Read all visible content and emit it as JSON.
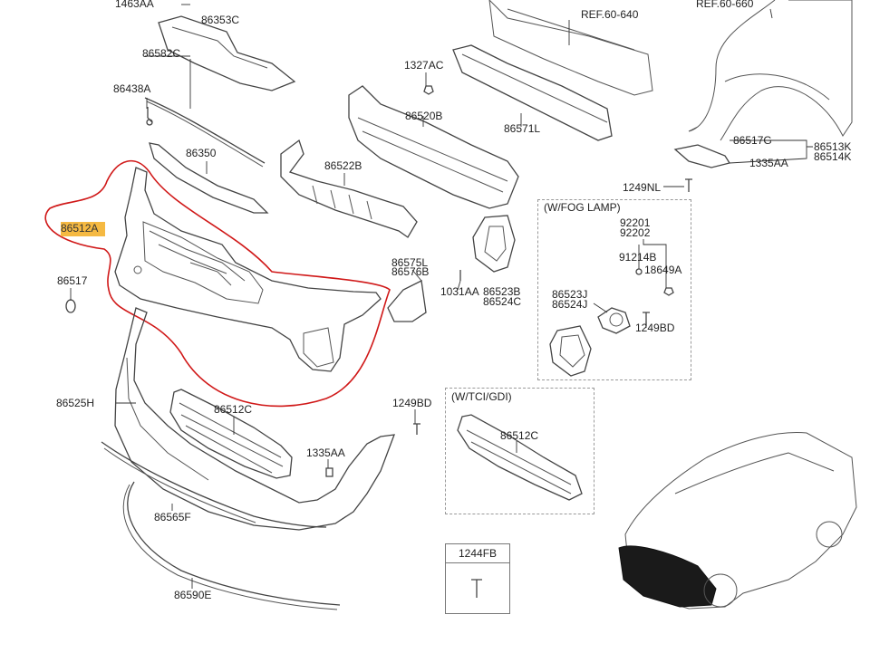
{
  "labels": {
    "l1463AA": "1463AA",
    "l86353C": "86353C",
    "l86582C": "86582C",
    "l86438A": "86438A",
    "l86350": "86350",
    "l86512A": "86512A",
    "l86517": "86517",
    "l86525H": "86525H",
    "l86512C_a": "86512C",
    "l86565F": "86565F",
    "l86590E": "86590E",
    "l1335AA_a": "1335AA",
    "l1249BD_a": "1249BD",
    "l86522B": "86522B",
    "l86520B": "86520B",
    "l1327AC": "1327AC",
    "lREF60640": "REF.60-640",
    "l86571L": "86571L",
    "lREF60660": "REF.60-660",
    "l86517G": "86517G",
    "l86513K": "86513K",
    "l86514K": "86514K",
    "l1335AA_b": "1335AA",
    "l1249NL": "1249NL",
    "l86575L": "86575L",
    "l86576B": "86576B",
    "l1031AA": "1031AA",
    "l86523B": "86523B",
    "l86524C": "86524C",
    "l92201": "92201",
    "l92202": "92202",
    "l91214B": "91214B",
    "l18649A": "18649A",
    "l86523J": "86523J",
    "l86524J": "86524J",
    "l1249BD_b": "1249BD",
    "l86512C_b": "86512C",
    "l1244FB": "1244FB"
  },
  "boxes": {
    "fog_lamp_title": "(W/FOG LAMP)",
    "tci_gdi_title": "(W/TCI/GDI)"
  },
  "colors": {
    "highlight": "#f5b942",
    "annotation": "#d01818"
  }
}
